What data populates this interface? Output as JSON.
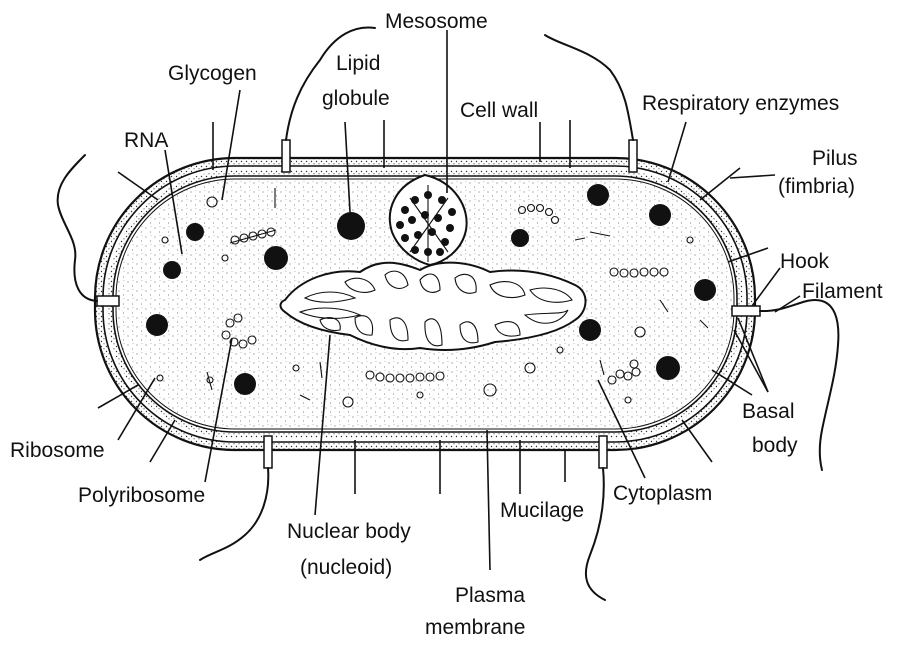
{
  "diagram": {
    "labels": {
      "mesosome": "Mesosome",
      "glycogen": "Glycogen",
      "lipid_globule_1": "Lipid",
      "lipid_globule_2": "globule",
      "cell_wall": "Cell wall",
      "respiratory_enzymes": "Respiratory enzymes",
      "rna": "RNA",
      "pilus_1": "Pilus",
      "pilus_2": "(fimbria)",
      "hook": "Hook",
      "filament": "Filament",
      "basal_body_1": "Basal",
      "basal_body_2": "body",
      "ribosome": "Ribosome",
      "polyribosome": "Polyribosome",
      "nuclear_body_1": "Nuclear body",
      "nuclear_body_2": "(nucleoid)",
      "mucilage": "Mucilage",
      "cytoplasm": "Cytoplasm",
      "plasma_membrane_1": "Plasma",
      "plasma_membrane_2": "membrane"
    }
  }
}
